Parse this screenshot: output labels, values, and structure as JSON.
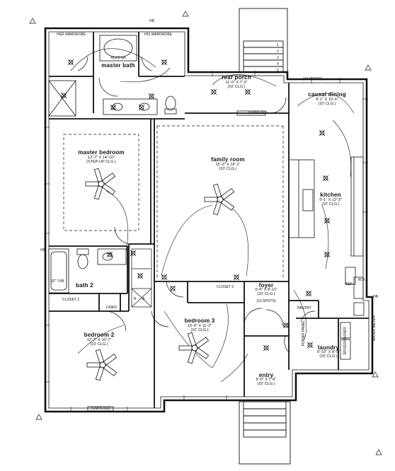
{
  "rooms": {
    "her_wardrobe": {
      "name": "HER WARDROBE"
    },
    "his_wardrobe": {
      "name": "HIS WARDROBE"
    },
    "master_bath": {
      "name": "master bath",
      "tub": "42x60 tub"
    },
    "rear_porch": {
      "name": "rear porch",
      "size": "11'-0\" X 7'-2\"",
      "ceiling": "(10' CLG.)"
    },
    "casual_dining": {
      "name": "causal dining",
      "size": "9'-1\" X 10'-6\"",
      "ceiling": "(10' CLG.)"
    },
    "master_bedroom": {
      "name": "master bedroom",
      "size": "12'-7\" X 14'-10\"",
      "ceiling": "(STEP-UP CLG.)"
    },
    "family_room": {
      "name": "family room",
      "size": "15'-3\" X 19'-1\"",
      "ceiling": "(10' CLG.)"
    },
    "kitchen": {
      "name": "kitchen",
      "size": "9'-1\" X 12'-3\"",
      "ceiling": "(10' CLG.)"
    },
    "bath_2": {
      "name": "bath 2",
      "tub": "32\" TUB"
    },
    "closet_2": {
      "name": "CLOSET 2"
    },
    "linen": {
      "name": "LINEN"
    },
    "closet_3": {
      "name": "CLOSET 3"
    },
    "foyer": {
      "name": "foyer",
      "size": "6'-0\" X 8'-11\"",
      "ceiling": "(10' CLG.)"
    },
    "pantry": {
      "name": "PANTRY"
    },
    "bedroom_2": {
      "name": "bedroom 2",
      "size": "12'-7\" X 10'-7\"",
      "ceiling": "(10' CLG.)"
    },
    "bedroom_3": {
      "name": "bedroom 3",
      "size": "10'-0\" X 11'-2\"",
      "ceiling": "(10' CLG.)"
    },
    "entry": {
      "name": "entry",
      "size": "5'-0\" X 7'-6\"",
      "ceiling": "(10' CLG.)"
    },
    "laundry": {
      "name": "laundry",
      "size": "6'-10\" X 8'-9\"",
      "ceiling": "(10' CLG.)"
    }
  },
  "annotations": {
    "tempered_top": "TEMPERED",
    "tempered_bottom": "TEMPERED",
    "spots_porch": "(10 SPOTS)",
    "spots_foyer": "(10 SPOTS)",
    "hb_top": "HB",
    "hb_left": "HB",
    "hb_right": "HB",
    "stair_ra": "R",
    "stair_a": "A",
    "dryer": "DRYER",
    "washer": "WASHER",
    "ref": "REF.",
    "wh": "W.H.",
    "power_panel": "POWER PANEL",
    "water_meter": "WATER METER"
  },
  "stair_steps": [
    "1",
    "2",
    "3",
    "4",
    "5"
  ]
}
